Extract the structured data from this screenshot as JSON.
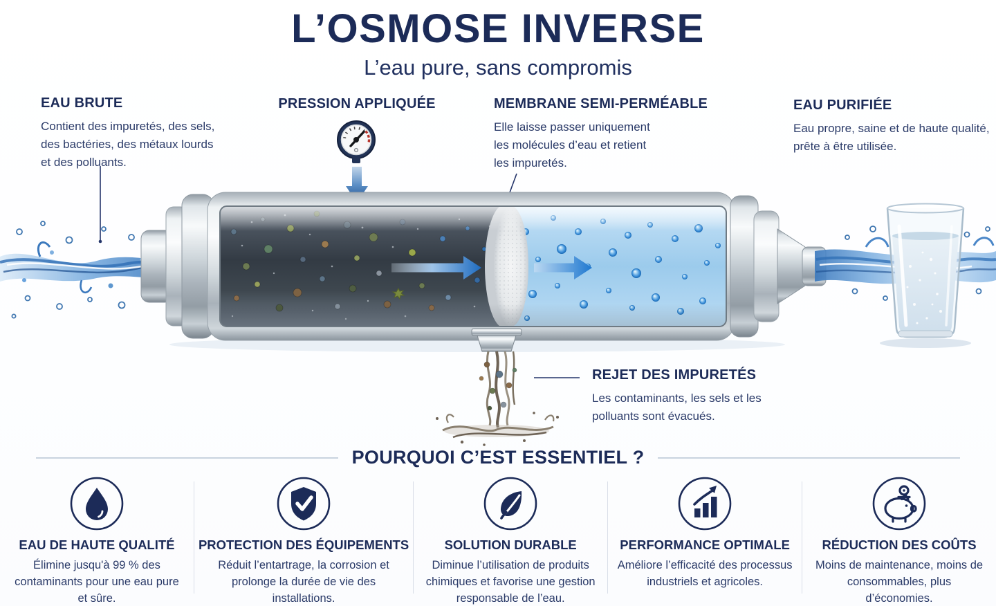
{
  "header": {
    "title": "L’OSMOSE INVERSE",
    "subtitle": "L’eau pure, sans compromis"
  },
  "annotations": {
    "eau_brute": {
      "title": "EAU BRUTE",
      "description": "Contient des impuretés, des sels, des bactéries, des métaux lourds et des polluants."
    },
    "pression": {
      "title": "PRESSION APPLIQUÉE"
    },
    "membrane": {
      "title": "MEMBRANE SEMI-PERMÉABLE",
      "description": "Elle laisse passer uniquement les molécules d’eau et retient les impuretés."
    },
    "eau_purifiee": {
      "title": "EAU PURIFIÉE",
      "description": "Eau propre, saine et de haute qualité, prête à être utilisée."
    },
    "rejet": {
      "title": "REJET DES IMPURETÉS",
      "description": "Les contaminants, les sels et les polluants sont évacués."
    }
  },
  "why": {
    "heading": "POURQUOI C’EST ESSENTIEL ?"
  },
  "benefits": {
    "items": [
      {
        "icon": "water-drop-icon",
        "title": "EAU DE HAUTE QUALITÉ",
        "description": "Élimine jusqu'à 99 % des contaminants pour une eau pure et sûre."
      },
      {
        "icon": "shield-check-icon",
        "title": "PROTECTION DES ÉQUIPEMENTS",
        "description": "Réduit l’entartrage, la corrosion et prolonge la durée de vie des installations."
      },
      {
        "icon": "leaf-icon",
        "title": "SOLUTION DURABLE",
        "description": "Diminue l’utilisation de produits chimiques et favorise une gestion responsable de l’eau."
      },
      {
        "icon": "growth-chart-icon",
        "title": "PERFORMANCE OPTIMALE",
        "description": "Améliore l’efficacité des processus industriels et agricoles."
      },
      {
        "icon": "piggy-bank-icon",
        "title": "RÉDUCTION DES COÛTS",
        "description": "Moins de maintenance, moins de consommables, plus d’économies."
      }
    ]
  },
  "colors": {
    "navy": "#1c2b58",
    "body_text": "#2a3a68",
    "accent_blue": "#2f7bd0",
    "divider": "#d9dee8"
  }
}
